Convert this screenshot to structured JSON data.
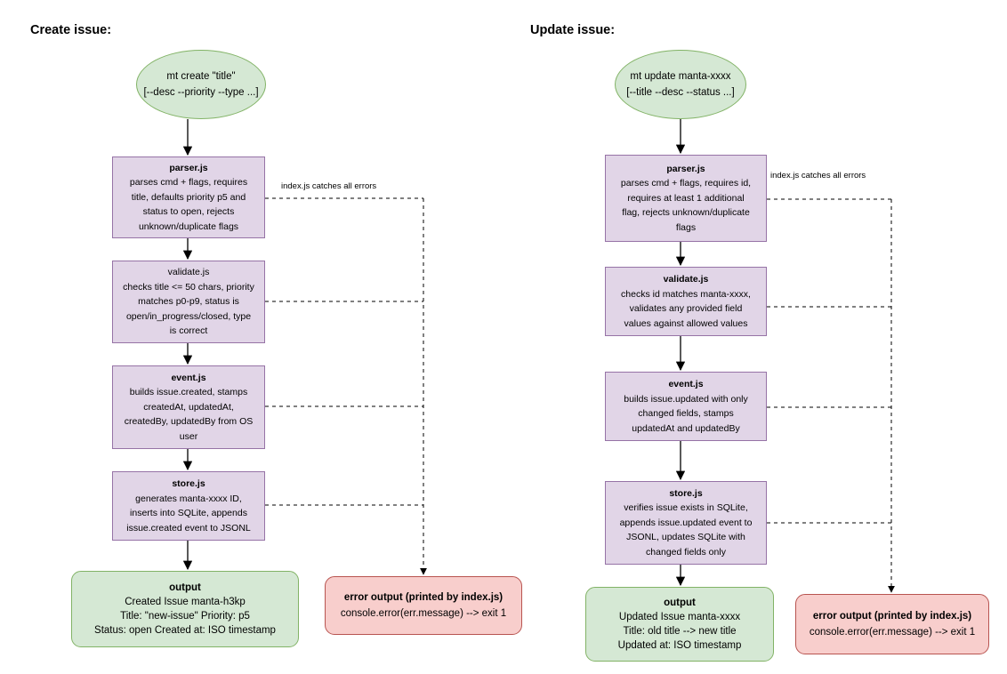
{
  "create": {
    "heading": "Create issue:",
    "start": {
      "line1": "mt create \"title\"",
      "line2": "[--desc --priority --type ...]"
    },
    "parser": {
      "title": "parser.js",
      "lines": [
        "parses cmd + flags, requires",
        "title, defaults priority p5 and",
        "status to open, rejects",
        "unknown/duplicate flags"
      ]
    },
    "validate": {
      "title": "validate.js",
      "lines": [
        "checks title <= 50 chars, priority",
        "matches p0-p9, status is",
        "open/in_progress/closed, type",
        "is correct"
      ]
    },
    "event": {
      "title": "event.js",
      "lines": [
        "builds issue.created, stamps",
        "createdAt, updatedAt,",
        "createdBy, updatedBy from OS",
        "user"
      ]
    },
    "store": {
      "title": "store.js",
      "lines": [
        "generates manta-xxxx ID,",
        "inserts into SQLite, appends",
        "issue.created event to JSONL"
      ]
    },
    "output": {
      "title": "output",
      "lines": [
        "Created Issue manta-h3kp",
        "Title: \"new-issue\" Priority: p5",
        "Status: open Created at: ISO timestamp"
      ]
    },
    "error": {
      "title": "error output (printed by index.js)",
      "line": "console.error(err.message) --> exit 1"
    },
    "note": "index.js catches all errors"
  },
  "update": {
    "heading": "Update issue:",
    "start": {
      "line1": "mt update manta-xxxx",
      "line2": "[--title --desc --status ...]"
    },
    "parser": {
      "title": "parser.js",
      "lines": [
        "parses cmd + flags, requires id,",
        "requires at least 1 additional",
        "flag, rejects unknown/duplicate",
        "flags"
      ]
    },
    "validate": {
      "title": "validate.js",
      "lines": [
        "checks id matches manta-xxxx,",
        "validates any provided field",
        "values against allowed values"
      ]
    },
    "event": {
      "title": "event.js",
      "lines": [
        "builds issue.updated with only",
        "changed fields, stamps",
        "updatedAt and updatedBy"
      ]
    },
    "store": {
      "title": "store.js",
      "lines": [
        "verifies issue exists in SQLite,",
        "appends issue.updated event to",
        "JSONL, updates SQLite with",
        "changed fields only"
      ]
    },
    "output": {
      "title": "output",
      "lines": [
        "Updated Issue manta-xxxx",
        "Title: old title --> new title",
        "Updated at: ISO timestamp"
      ]
    },
    "error": {
      "title": "error output (printed by index.js)",
      "line": "console.error(err.message) --> exit 1"
    },
    "note": "index.js catches all errors"
  },
  "colors": {
    "process_fill": "#e1d5e7",
    "process_stroke": "#9673a6",
    "terminal_fill": "#d5e8d4",
    "terminal_stroke": "#82b366",
    "error_fill": "#f8cecc",
    "error_stroke": "#b85450"
  }
}
